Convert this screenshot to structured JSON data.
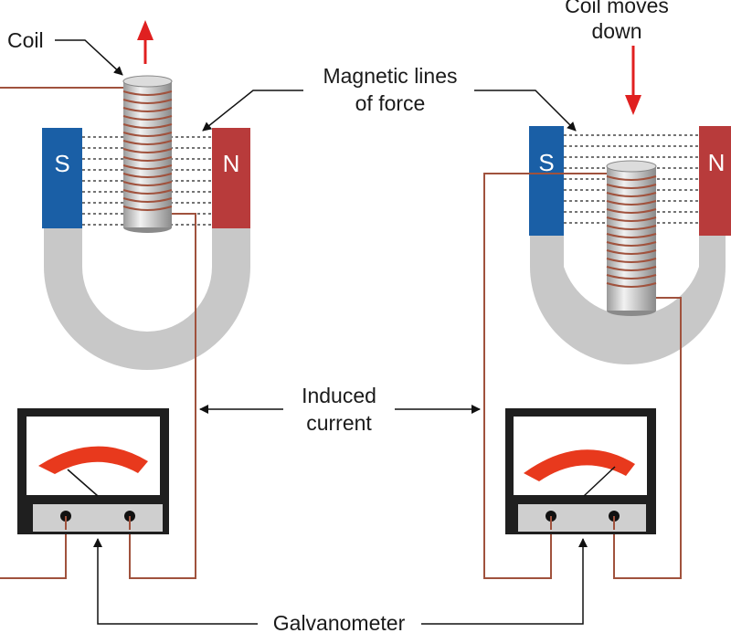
{
  "labels": {
    "coil": "Coil",
    "coil_moves_line1": "Coil moves",
    "coil_moves_line2": "down",
    "magnetic_line1": "Magnetic lines",
    "magnetic_line2": "of force",
    "induced_line1": "Induced",
    "induced_line2": "current",
    "galvanometer": "Galvanometer"
  },
  "poles": {
    "south": "S",
    "north": "N"
  },
  "colors": {
    "south_pole": "#1a5fa6",
    "north_pole": "#b83b3b",
    "magnet_body": "#c8c8c8",
    "wire": "#a0523d",
    "arrow_motion": "#e02020",
    "needle_scale": "#e8391d"
  }
}
